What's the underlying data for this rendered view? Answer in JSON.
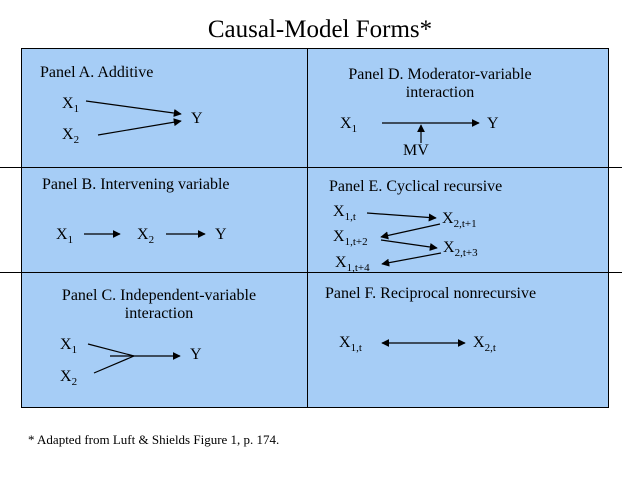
{
  "title": "Causal-Model Forms*",
  "panels": {
    "a": {
      "title": "Panel A. Additive",
      "x1": "X",
      "x1_sub": "1",
      "x2": "X",
      "x2_sub": "2",
      "y": "Y"
    },
    "b": {
      "title": "Panel B. Intervening variable",
      "x1": "X",
      "x1_sub": "1",
      "x2": "X",
      "x2_sub": "2",
      "y": "Y"
    },
    "c": {
      "title_line1": "Panel C. Independent-variable",
      "title_line2": "interaction",
      "x1": "X",
      "x1_sub": "1",
      "x2": "X",
      "x2_sub": "2",
      "y": "Y"
    },
    "d": {
      "title_line1": "Panel D. Moderator-variable",
      "title_line2": "interaction",
      "x1": "X",
      "x1_sub": "1",
      "y": "Y",
      "mv": "MV"
    },
    "e": {
      "title": "Panel E. Cyclical recursive",
      "n1": "X",
      "n1_sub": "1,t",
      "n2": "X",
      "n2_sub": "2,t+1",
      "n3": "X",
      "n3_sub": "1,t+2",
      "n4": "X",
      "n4_sub": "2,t+3",
      "n5": "X",
      "n5_sub": "1,t+4"
    },
    "f": {
      "title": "Panel F. Reciprocal nonrecursive",
      "x1": "X",
      "x1_sub": "1,t",
      "x2": "X",
      "x2_sub": "2,t"
    }
  },
  "footnote": "* Adapted from Luft & Shields Figure 1, p. 174."
}
